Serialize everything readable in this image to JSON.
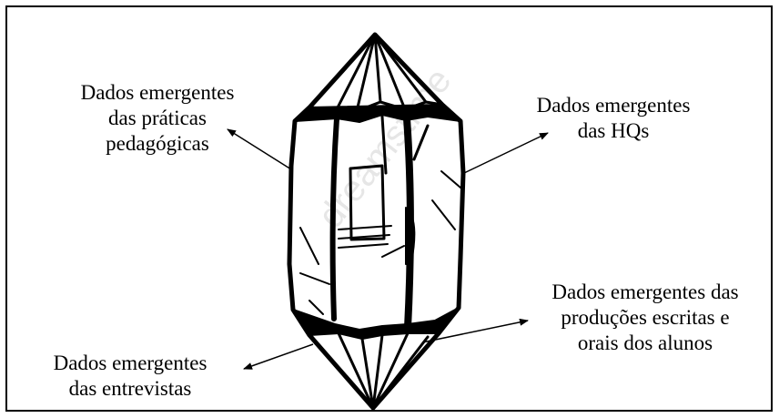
{
  "diagram": {
    "labels": {
      "praticas": [
        "Dados emergentes",
        "das práticas",
        "pedagógicas"
      ],
      "hqs": [
        "Dados emergentes",
        "das HQs"
      ],
      "producoes": [
        "Dados emergentes das",
        "produções escritas e",
        "orais dos alunos"
      ],
      "entrevistas": [
        "Dados emergentes",
        "das entrevistas"
      ]
    },
    "watermark": "dreamstime",
    "colors": {
      "line": "#000000",
      "background": "#ffffff",
      "watermark": "#d9d9d9"
    }
  }
}
